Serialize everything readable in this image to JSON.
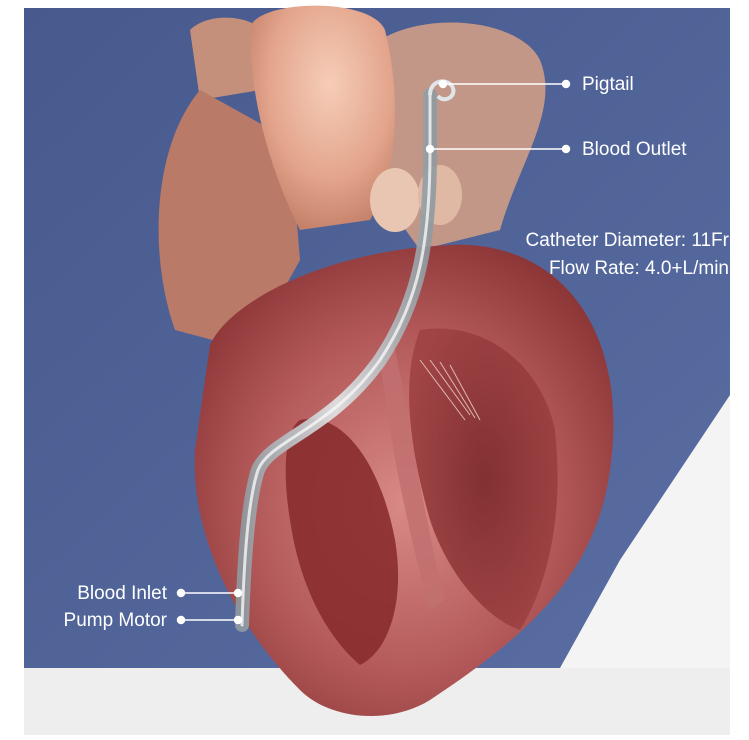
{
  "labels": {
    "pigtail": "Pigtail",
    "blood_outlet": "Blood Outlet",
    "blood_inlet": "Blood Inlet",
    "pump_motor": "Pump Motor"
  },
  "specs": {
    "catheter_diameter": "Catheter Diameter: 11Fr",
    "flow_rate": "Flow Rate: 4.0+L/min"
  },
  "colors": {
    "background_blue": "#4e6396",
    "background_light": "#eeeeee",
    "label_text": "#ffffff",
    "myocardium": "#a84848",
    "catheter": "#c9d1d4"
  }
}
